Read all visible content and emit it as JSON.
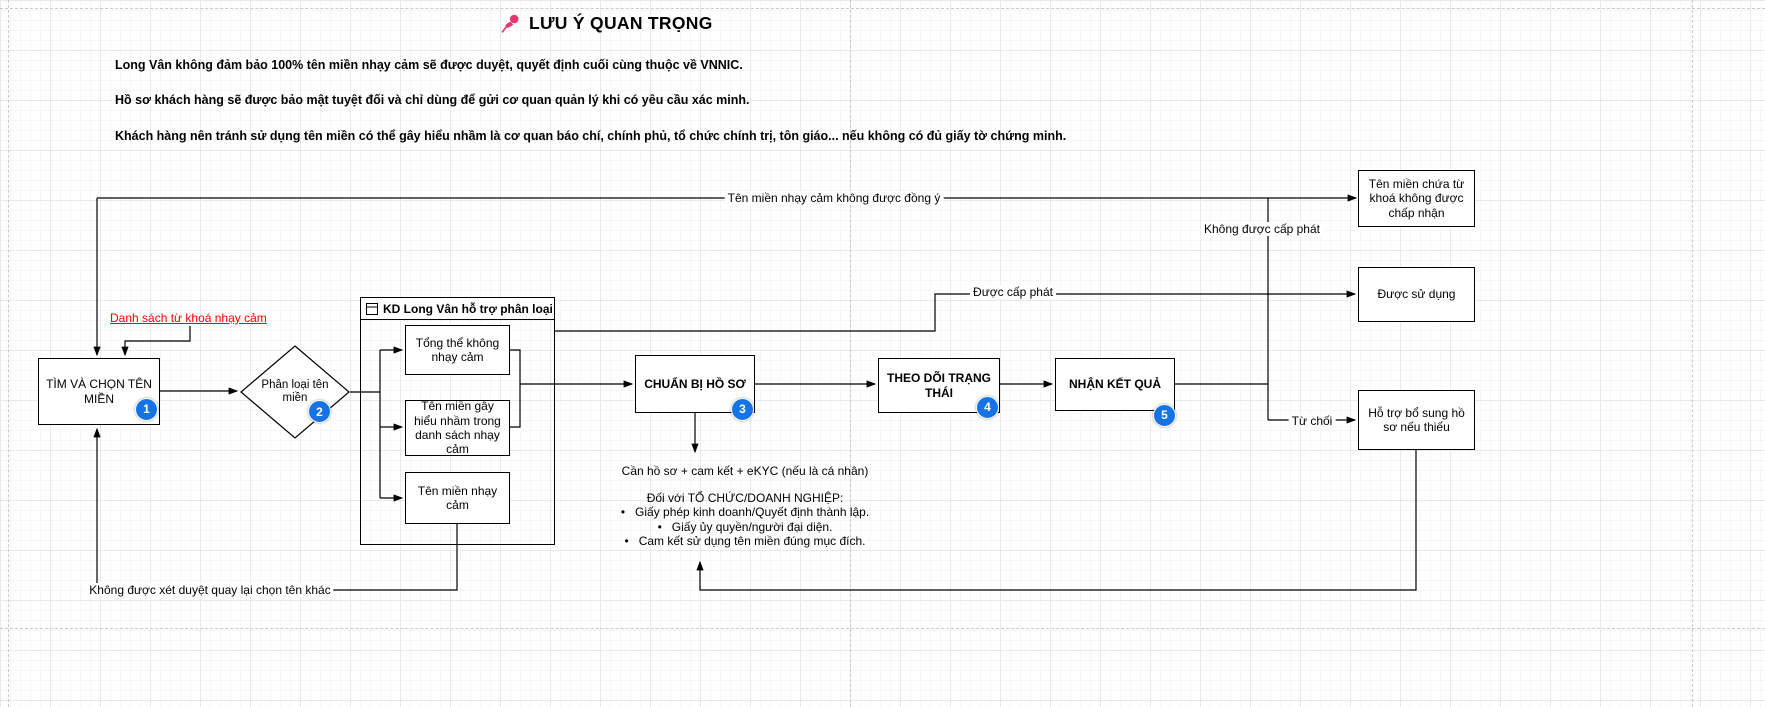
{
  "title": {
    "text": "LƯU Ý QUAN TRỌNG"
  },
  "notes": {
    "line1": "Long Vân không đảm bảo 100% tên miền nhạy cảm sẽ được duyệt, quyết định cuối cùng thuộc về VNNIC.",
    "line2": "Hồ sơ khách hàng sẽ được bảo mật tuyệt đối và chỉ dùng để gửi cơ quan quản lý khi có yêu cầu xác minh.",
    "line3": "Khách hàng nên tránh sử dụng tên miền có thể gây hiểu nhầm là cơ quan báo chí, chính phủ, tổ chức chính trị, tôn giáo... nếu không có đủ giấy tờ chứng minh."
  },
  "link": {
    "sensitive_keywords": "Danh sách từ khoá nhạy cảm"
  },
  "nodes": {
    "step1": {
      "label": "TÌM VÀ CHỌN TÊN MIỀN",
      "badge": "1"
    },
    "step2": {
      "label": "Phân loại tên miền",
      "badge": "2"
    },
    "container": {
      "label": "KD Long Vân hỗ trợ phân loại"
    },
    "classify1": {
      "label": "Tổng thể không nhạy cảm"
    },
    "classify2": {
      "label": "Tên miền gây hiểu nhầm trong danh sách nhạy cảm"
    },
    "classify3": {
      "label": "Tên miền nhạy cảm"
    },
    "step3": {
      "label": "CHUẨN BỊ HỒ SƠ",
      "badge": "3"
    },
    "step4": {
      "label": "THEO DÕI TRẠNG THÁI",
      "badge": "4"
    },
    "step5": {
      "label": "NHẬN KẾT QUẢ",
      "badge": "5"
    },
    "outcome_keyword_rejected": {
      "label": "Tên miền chứa từ khoá không được chấp nhận"
    },
    "outcome_used": {
      "label": "Được sử dụng"
    },
    "outcome_support": {
      "label": "Hỗ trợ bổ sung hồ sơ nếu thiếu"
    }
  },
  "edge_labels": {
    "not_approved": "Tên miền nhạy cảm không được đồng ý",
    "not_allocated": "Không được cấp phát",
    "allocated": "Được cấp phát",
    "refused": "Từ chối",
    "retry": "Không được xét duyệt quay lại chọn tên khác"
  },
  "docs": {
    "line1": "Cần hồ sơ + cam kết + eKYC (nếu là cá nhân)",
    "heading": "Đối với TỔ CHỨC/DOANH NGHIỆP:",
    "bullets": [
      "•   Giấy phép kinh doanh/Quyết định thành lập.",
      "•   Giấy ủy quyền/người đại diện.",
      "•   Cam kết sử dụng tên miền đúng mục đích."
    ]
  },
  "colors": {
    "badge": "#1673e6",
    "link": "#ff0000",
    "pin": "#e8356d"
  }
}
